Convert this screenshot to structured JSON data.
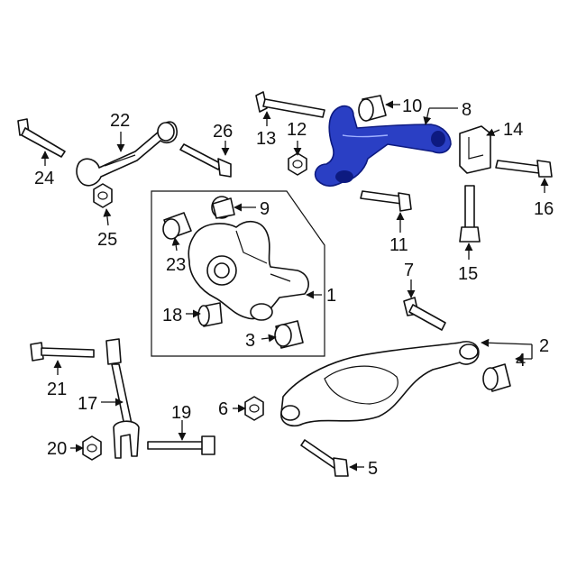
{
  "diagram": {
    "highlight_color": "#2a3fc4",
    "highlighted_part": "8",
    "callouts": {
      "c1": "1",
      "c2": "2",
      "c3": "3",
      "c4": "4",
      "c5": "5",
      "c6": "6",
      "c7": "7",
      "c8": "8",
      "c9": "9",
      "c10": "10",
      "c11": "11",
      "c12": "12",
      "c13": "13",
      "c14": "14",
      "c15": "15",
      "c16": "16",
      "c17": "17",
      "c18": "18",
      "c19": "19",
      "c20": "20",
      "c21": "21",
      "c22": "22",
      "c23": "23",
      "c24": "24",
      "c25": "25",
      "c26": "26"
    }
  }
}
